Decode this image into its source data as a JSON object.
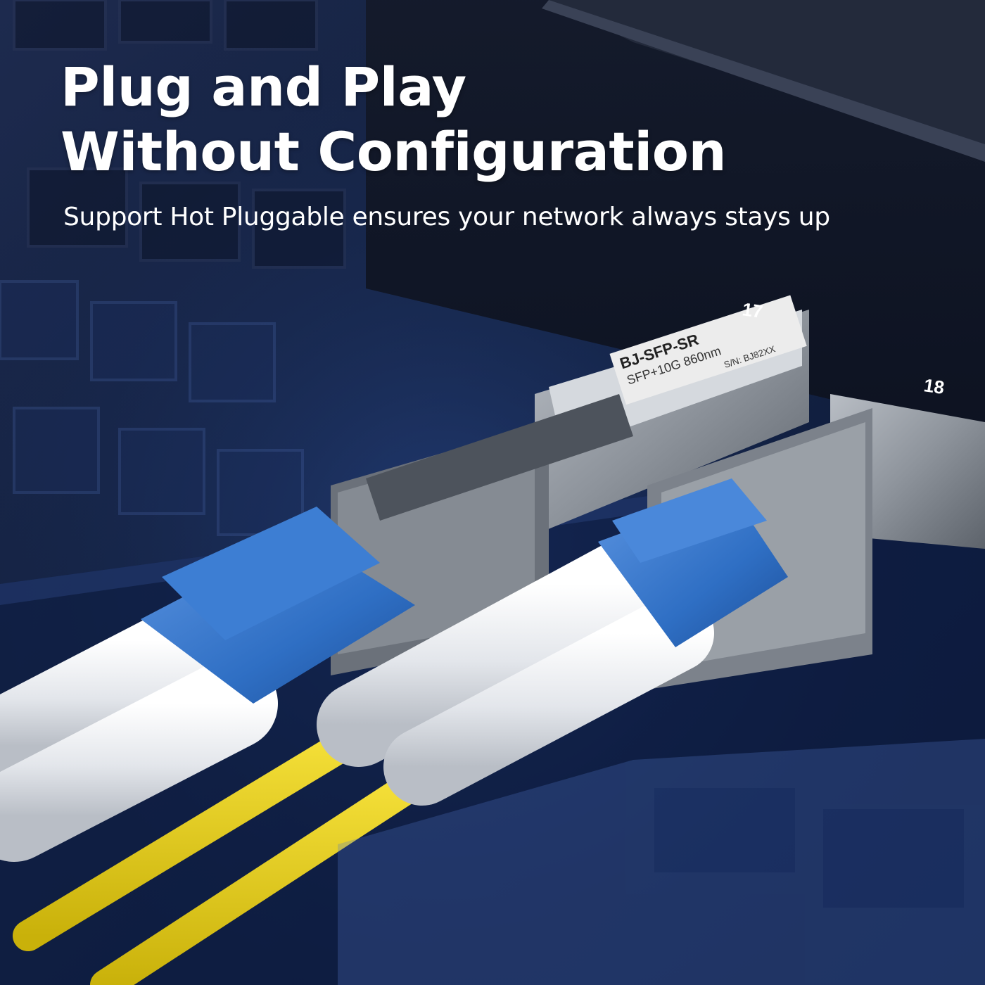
{
  "headline": {
    "line1": "Plug and Play",
    "line2": "Without Configuration"
  },
  "subline": "Support Hot Pluggable ensures your network always stays up",
  "ports": {
    "port_a": "17",
    "port_b": "18"
  },
  "module_label": {
    "model": "BJ-SFP-SR",
    "spec": "SFP+10G 860nm",
    "serial": "S/N: BJ82XX"
  },
  "colors": {
    "background": "#0b1430",
    "connector_blue": "#2f6fc4",
    "fiber_yellow": "#e9d21a",
    "boot_white": "#e8eaee",
    "module_silver": "#9aa0a8"
  }
}
